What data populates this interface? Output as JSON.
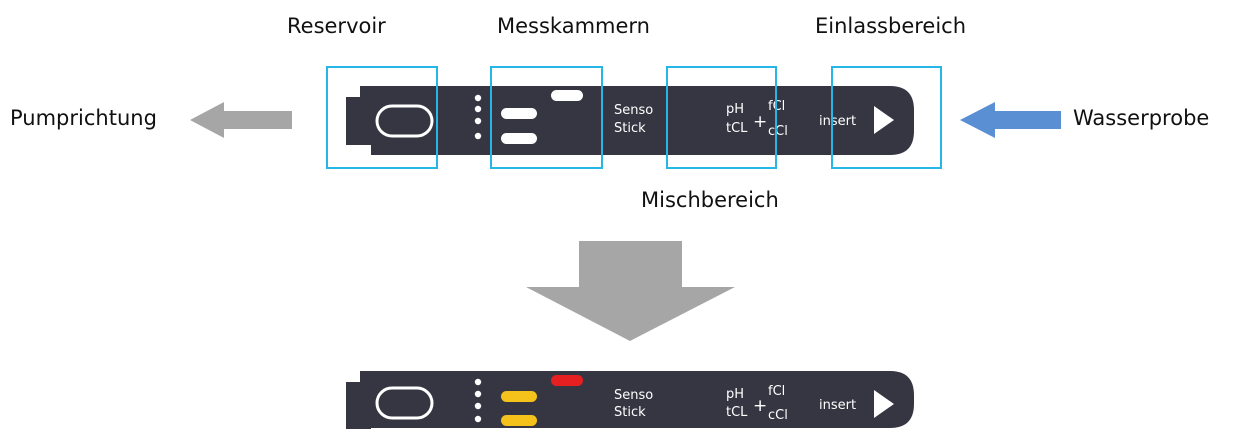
{
  "labels": {
    "reservoir": "Reservoir",
    "messkammern": "Messkammern",
    "einlassbereich": "Einlassbereich",
    "mischbereich": "Mischbereich",
    "pumprichtung": "Pumprichtung",
    "wasserprobe": "Wasserprobe"
  },
  "stick": {
    "brand_line1": "Senso",
    "brand_line2": "Stick",
    "param_ph": "pH",
    "param_tcl": "tCL",
    "param_plus": "+",
    "param_fcl": "fCl",
    "param_ccl": "cCl",
    "insert_label": "insert"
  },
  "colors": {
    "stick_body": "#353642",
    "highlight_box": "#26b6e8",
    "pump_arrow": "#a6a6a6",
    "water_arrow": "#5b8fd4",
    "down_arrow": "#a6a6a6",
    "chamber_yellow": "#f5c21b",
    "chamber_red": "#e62020"
  }
}
